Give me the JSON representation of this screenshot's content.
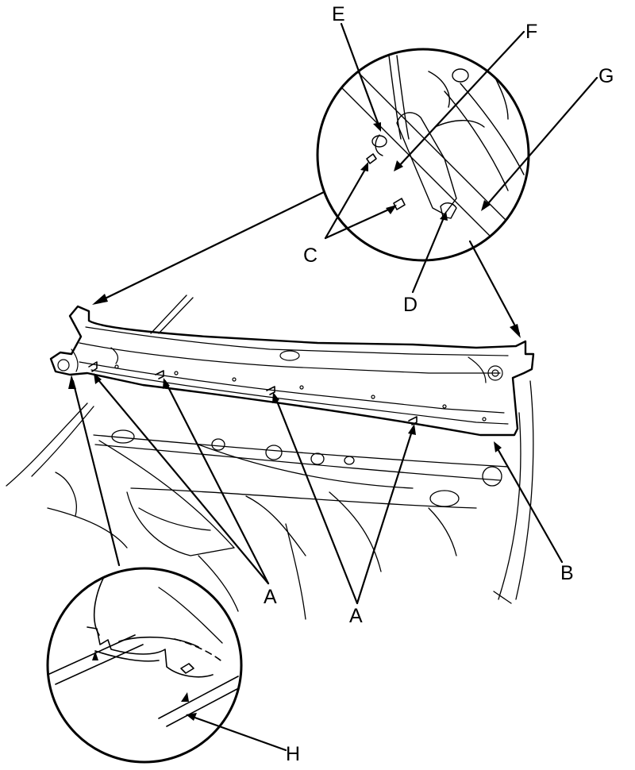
{
  "diagram": {
    "labels": {
      "A1": "A",
      "A2": "A",
      "B": "B",
      "C": "C",
      "D": "D",
      "E": "E",
      "F": "F",
      "G": "G",
      "H": "H"
    },
    "line_color": "#000000",
    "background": "#ffffff"
  }
}
